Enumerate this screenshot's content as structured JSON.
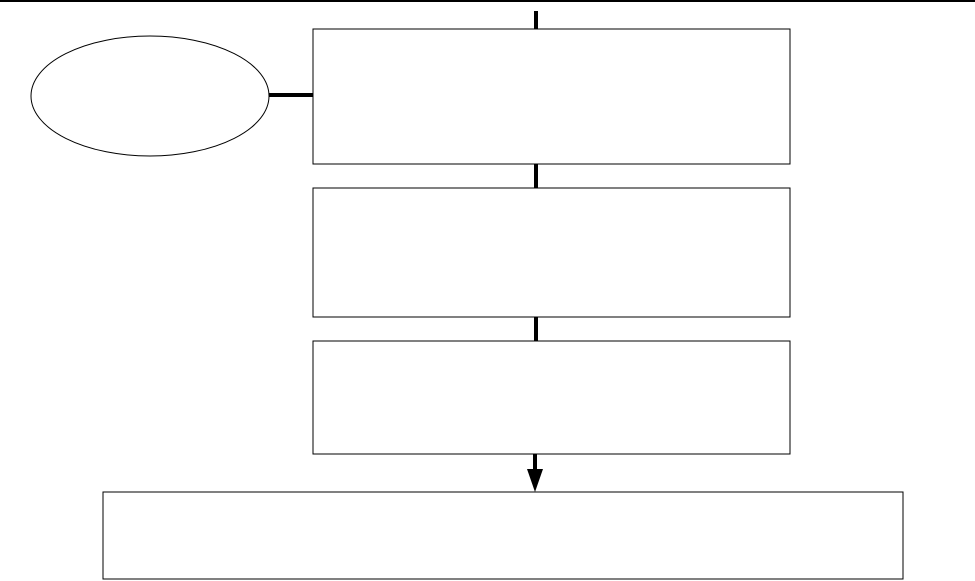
{
  "diagram": {
    "colors": {
      "stroke": "#000000",
      "background": "#ffffff"
    },
    "nodes": [
      {
        "id": "ellipse-note",
        "shape": "ellipse",
        "label": ""
      },
      {
        "id": "step-1",
        "shape": "rectangle",
        "label": ""
      },
      {
        "id": "step-2",
        "shape": "rectangle",
        "label": ""
      },
      {
        "id": "step-3",
        "shape": "rectangle",
        "label": ""
      },
      {
        "id": "result",
        "shape": "rectangle",
        "label": ""
      }
    ],
    "edges": [
      {
        "from": "ellipse-note",
        "to": "step-1",
        "arrow": false
      },
      {
        "from": "step-1",
        "to": "step-2",
        "arrow": false
      },
      {
        "from": "step-2",
        "to": "step-3",
        "arrow": false
      },
      {
        "from": "step-3",
        "to": "result",
        "arrow": true
      }
    ]
  }
}
